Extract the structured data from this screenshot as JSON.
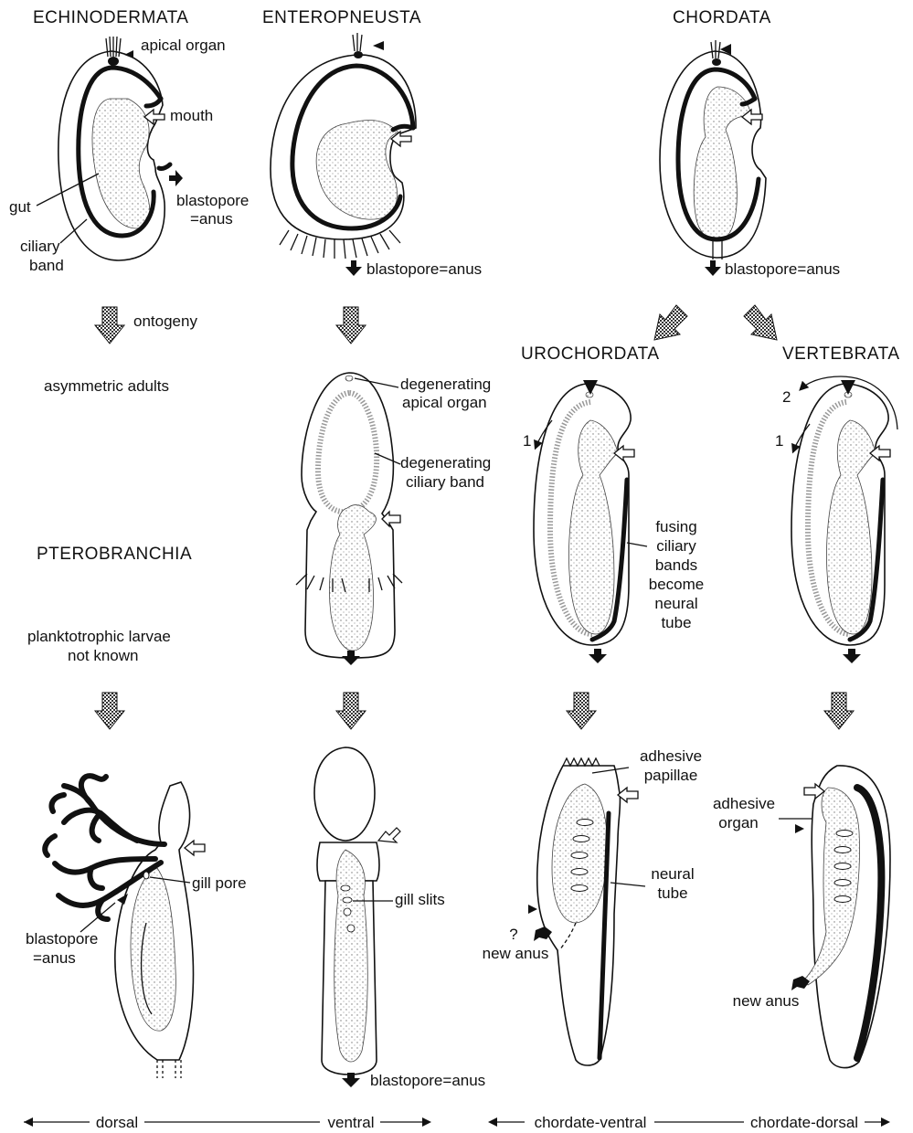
{
  "headers": {
    "echinodermata": "ECHINODERMATA",
    "enteropneusta": "ENTEROPNEUSTA",
    "chordata": "CHORDATA",
    "urochordata": "UROCHORDATA",
    "vertebrata": "VERTEBRATA",
    "pterobranchia": "PTEROBRANCHIA"
  },
  "labels": {
    "apical_organ": "apical organ",
    "mouth": "mouth",
    "gut": "gut",
    "ciliary": "ciliary",
    "band": "band",
    "blastopore": "blastopore",
    "eq_anus": "=anus",
    "blastopore_anus": "blastopore=anus",
    "ontogeny": "ontogeny",
    "asymmetric_adults": "asymmetric adults",
    "degenerating_1": "degenerating",
    "apical_organ_2": "apical organ",
    "degenerating_2": "degenerating",
    "ciliary_band": "ciliary band",
    "planktotrophic": "planktotrophic larvae",
    "not_known": "not known",
    "fusing": "fusing",
    "ciliary_2": "ciliary",
    "bands": "bands",
    "become": "become",
    "neural": "neural",
    "tube": "tube",
    "num_1a": "1",
    "num_1b": "1",
    "num_2": "2",
    "gill_pore": "gill pore",
    "gill_slits": "gill slits",
    "adhesive_1": "adhesive",
    "papillae": "papillae",
    "neural_2": "neural",
    "tube_2": "tube",
    "question": "?",
    "new_anus_1": "new anus",
    "adhesive_2": "adhesive",
    "organ": "organ",
    "new_anus_2": "new anus"
  },
  "axes": {
    "dorsal": "dorsal",
    "ventral": "ventral",
    "chordate_ventral": "chordate-ventral",
    "chordate_dorsal": "chordate-dorsal"
  }
}
